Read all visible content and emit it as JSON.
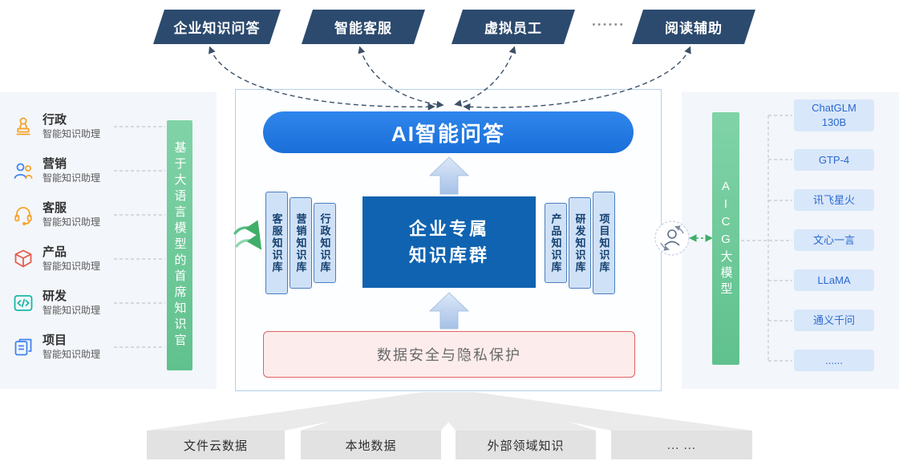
{
  "top_banners": {
    "items": [
      {
        "label": "企业知识问答"
      },
      {
        "label": "智能客服"
      },
      {
        "label": "虚拟员工"
      },
      {
        "label": "阅读辅助"
      }
    ],
    "dots": "••••••"
  },
  "left_panel": {
    "title_bar": "基于大语言模型的首席知识官",
    "assistants": [
      {
        "dept": "行政",
        "role": "智能知识助理",
        "icon": "stamp-icon"
      },
      {
        "dept": "营销",
        "role": "智能知识助理",
        "icon": "marketing-people-icon"
      },
      {
        "dept": "客服",
        "role": "智能知识助理",
        "icon": "headset-icon"
      },
      {
        "dept": "产品",
        "role": "智能知识助理",
        "icon": "product-box-icon"
      },
      {
        "dept": "研发",
        "role": "智能知识助理",
        "icon": "code-icon"
      },
      {
        "dept": "项目",
        "role": "智能知识助理",
        "icon": "project-doc-icon"
      }
    ]
  },
  "center": {
    "ai_pill": "AI智能问答",
    "kb_slats_left": [
      "客服知识库",
      "营销知识库",
      "行政知识库"
    ],
    "core_line1": "企业专属",
    "core_line2": "知识库群",
    "kb_slats_right": [
      "产品知识库",
      "研发知识库",
      "项目知识库"
    ],
    "security_box": "数据安全与隐私保护"
  },
  "right_panel": {
    "title_bar": "AICG大模型",
    "models": [
      "ChatGLM\n130B",
      "GTP-4",
      "讯飞星火",
      "文心一言",
      "LLaMA",
      "通义千问",
      "......"
    ]
  },
  "bottom_sources": [
    "文件云数据",
    "本地数据",
    "外部领域知识",
    "... ..."
  ],
  "colors": {
    "banner_navy": "#2c4a6e",
    "primary_blue": "#1f78e0",
    "core_blue": "#1063b0",
    "slat_fill": "#cfe1f7",
    "green_bar": "#6fc89a",
    "security_red": "#e06262",
    "model_chip_bg": "#d9e7fa"
  }
}
